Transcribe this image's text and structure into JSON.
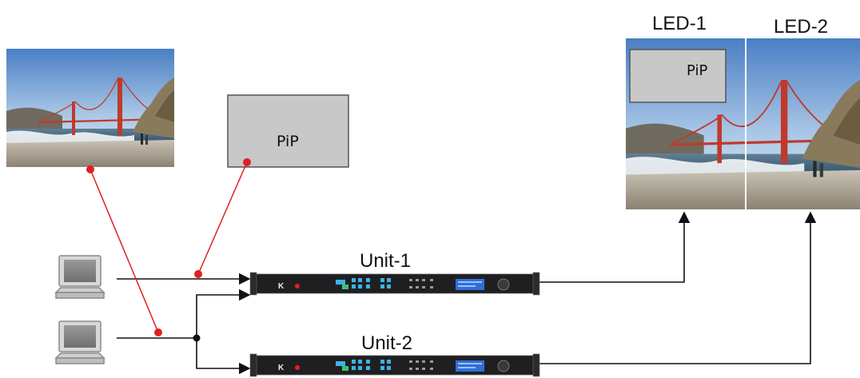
{
  "labels": {
    "led1": "LED-1",
    "led2": "LED-2",
    "unit1": "Unit-1",
    "unit2": "Unit-2",
    "pip_source": "PiP",
    "pip_output": "PiP"
  },
  "colors": {
    "signal_line": "#e02020",
    "connector": "#111111",
    "pip_fill": "#c8c8c8",
    "panel_body": "#1f1f22",
    "display_blue": "#2f6fd6",
    "button_cyan": "#39b4e6"
  },
  "icons": {
    "laptop": "laptop-icon",
    "scaler_unit": "scaler-unit-device",
    "landscape": "golden-gate-landscape-image"
  }
}
